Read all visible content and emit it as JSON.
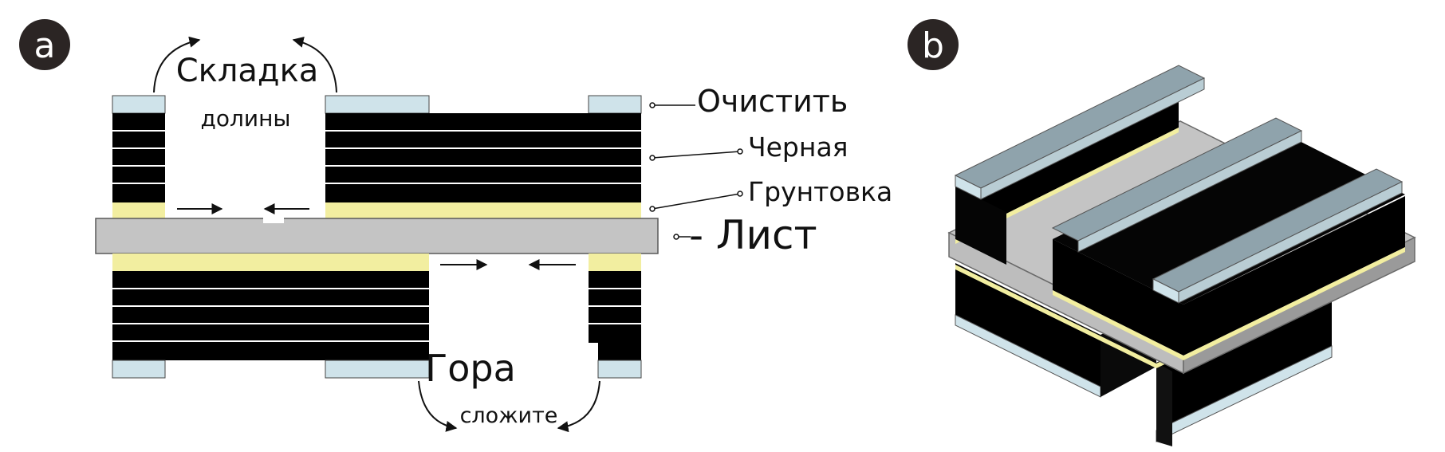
{
  "panels": [
    {
      "badge": "a"
    },
    {
      "badge": "b"
    }
  ],
  "labels": {
    "valley_fold_line1": "Складка",
    "valley_fold_line2": "долины",
    "mountain_fold_line1": "Гора",
    "mountain_fold_line2": "сложите",
    "clear": "Очистить",
    "black": "Черная",
    "primer": "Грунтовка",
    "sheet": "- Лист"
  },
  "colors": {
    "black": "#000000",
    "clear": "#cfe3ea",
    "primer": "#f2eea0",
    "sheet": "#c4c4c4",
    "sheet_stroke": "#5a5a5a",
    "badge": "#2b2524",
    "iso_clear_top": "#8fa3ac"
  }
}
